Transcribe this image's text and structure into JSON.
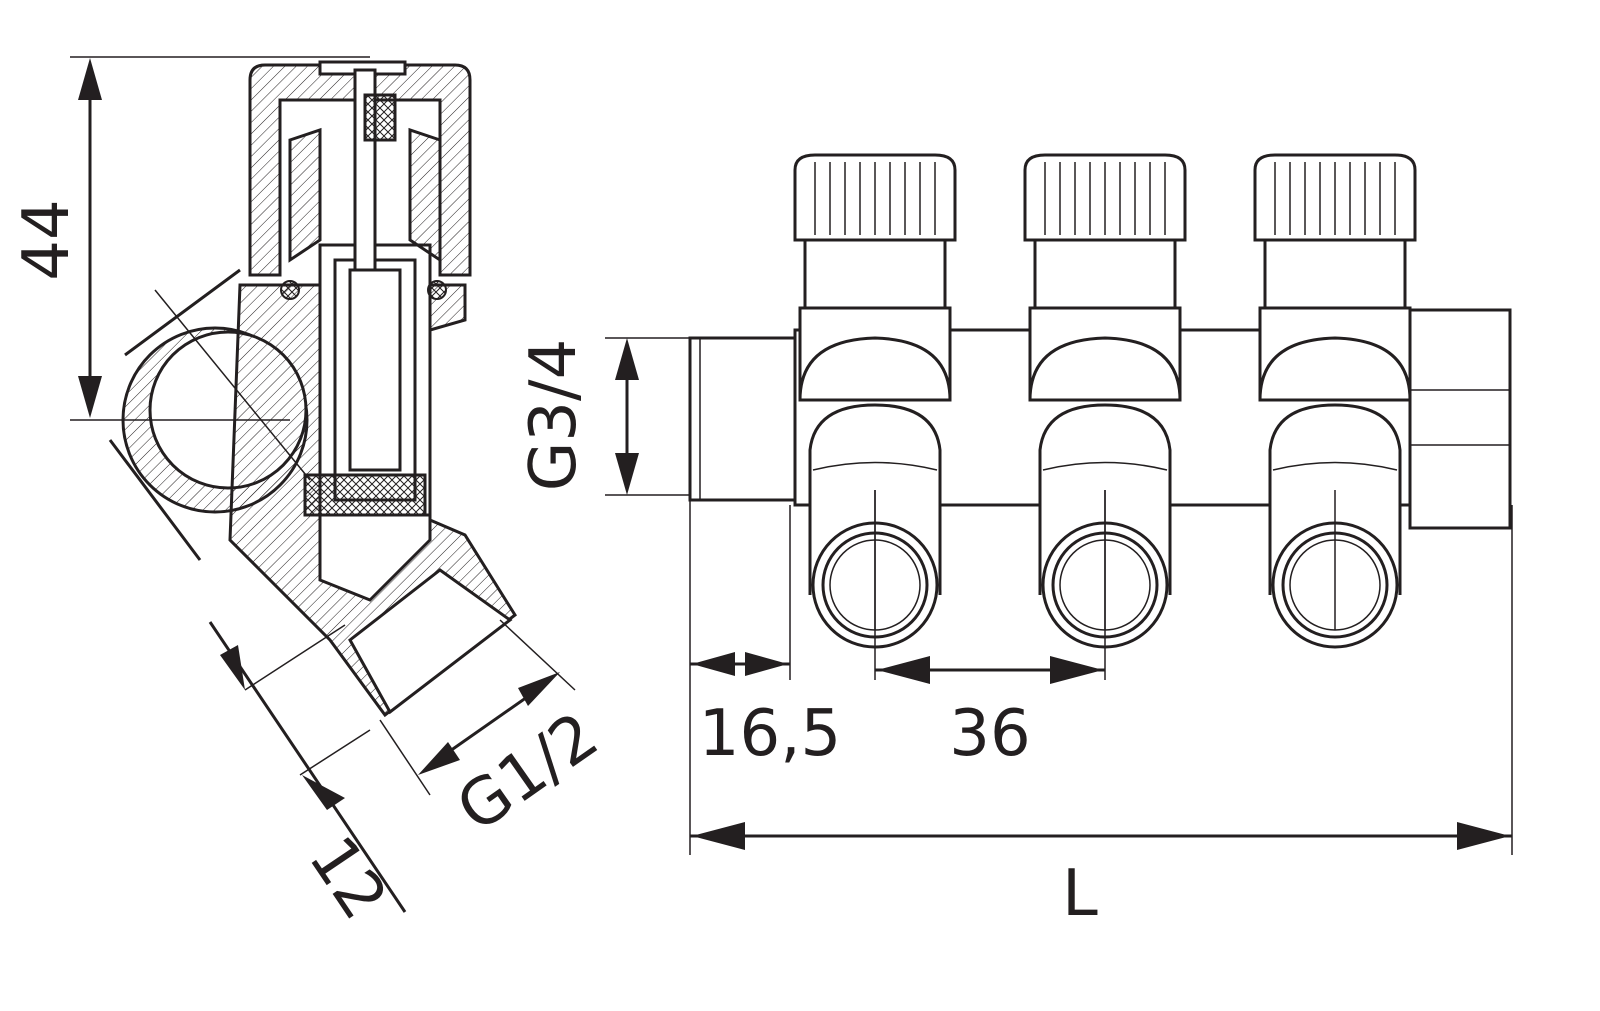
{
  "drawing": {
    "left_view": {
      "height_dim": "44",
      "thread_dim": "G1/2",
      "depth_dim": "12"
    },
    "right_view": {
      "inlet_thread_dim": "G3/4",
      "inlet_length_dim": "16,5",
      "outlet_spacing_dim": "36",
      "overall_length_dim": "L",
      "outlet_count": 3
    },
    "colors": {
      "line": "#231f20",
      "background": "#ffffff"
    }
  }
}
